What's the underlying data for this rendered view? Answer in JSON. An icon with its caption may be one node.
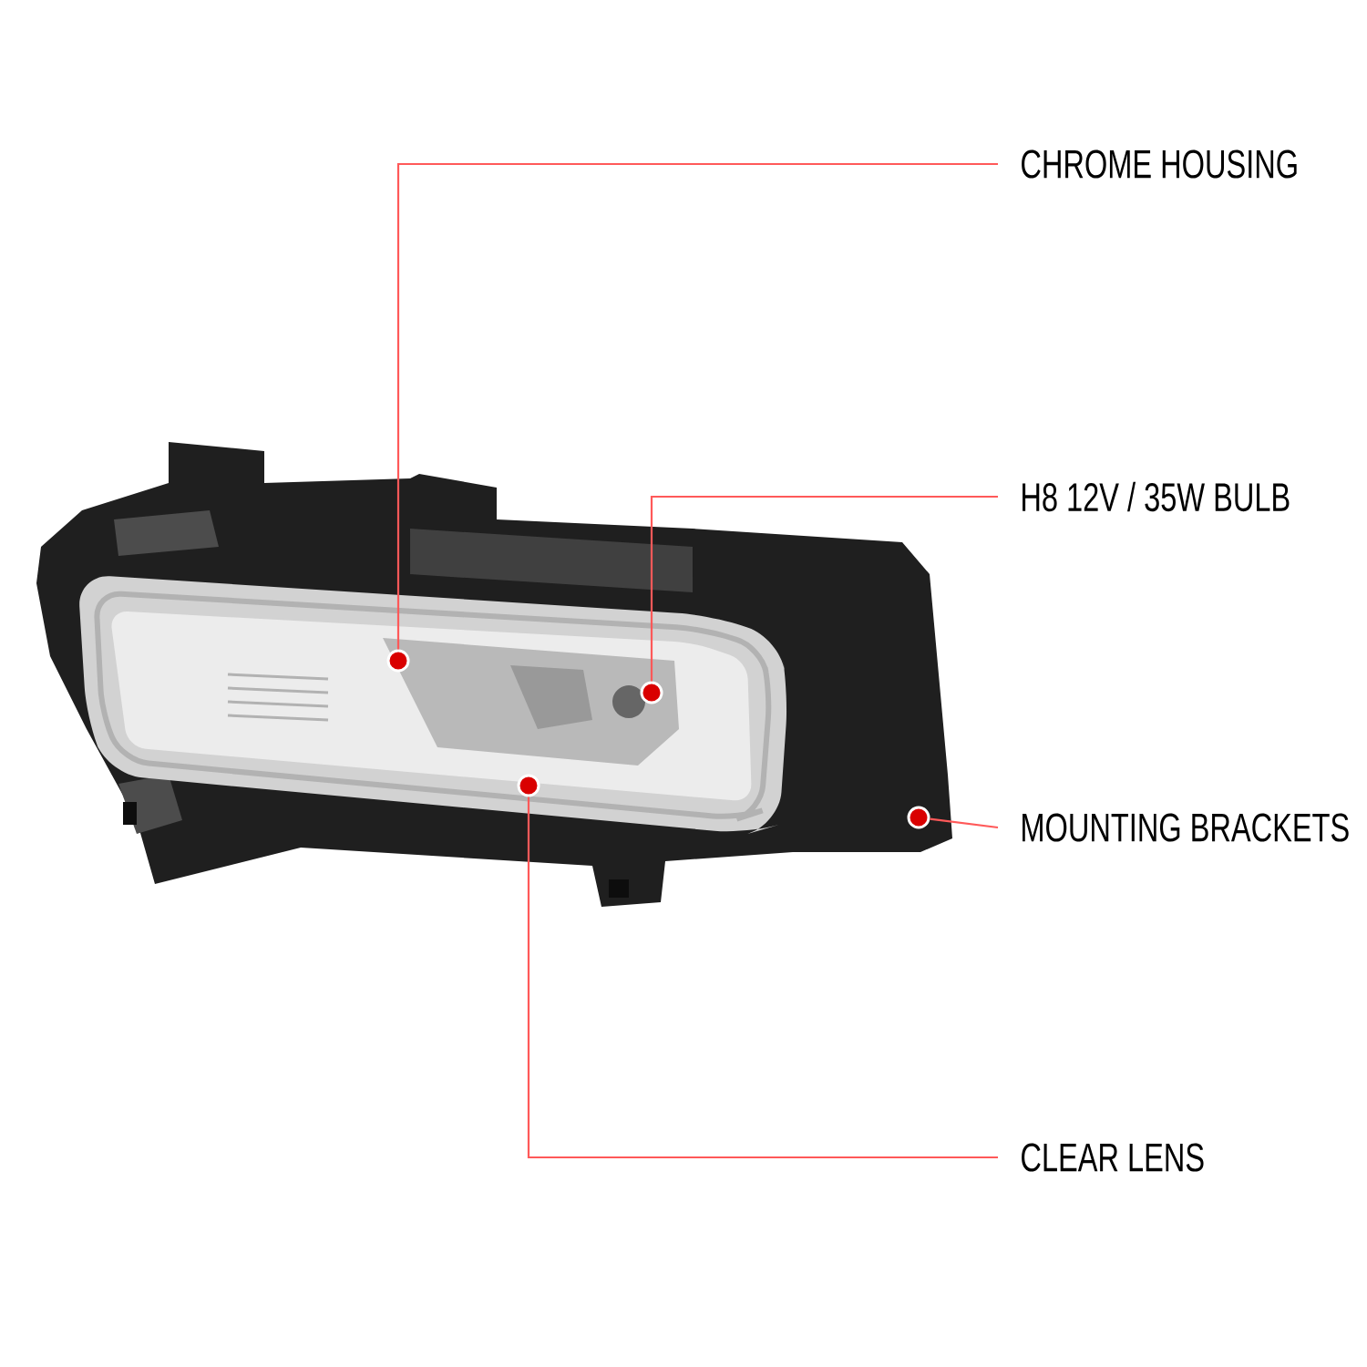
{
  "diagram": {
    "nodes": [
      {
        "text": [
          "CHROME HOUSING"
        ]
      },
      {
        "text": [
          "H8 12V / 35W BULB"
        ]
      },
      {
        "text": [
          "MOUNTING BRACKETS"
        ]
      },
      {
        "text": [
          "CLEAR LENS"
        ]
      },
      {
        "text": [],
        "shape": "circle"
      },
      {
        "text": [],
        "shape": "circle"
      },
      {
        "text": [],
        "shape": "circle"
      },
      {
        "text": [],
        "shape": "circle"
      }
    ],
    "edges": [
      {
        "from": 0,
        "to": 4,
        "arrow": "none"
      },
      {
        "from": 1,
        "to": 5,
        "arrow": "none"
      },
      {
        "from": 2,
        "to": 6,
        "arrow": "none"
      },
      {
        "from": 3,
        "to": 7,
        "arrow": "none"
      }
    ]
  }
}
